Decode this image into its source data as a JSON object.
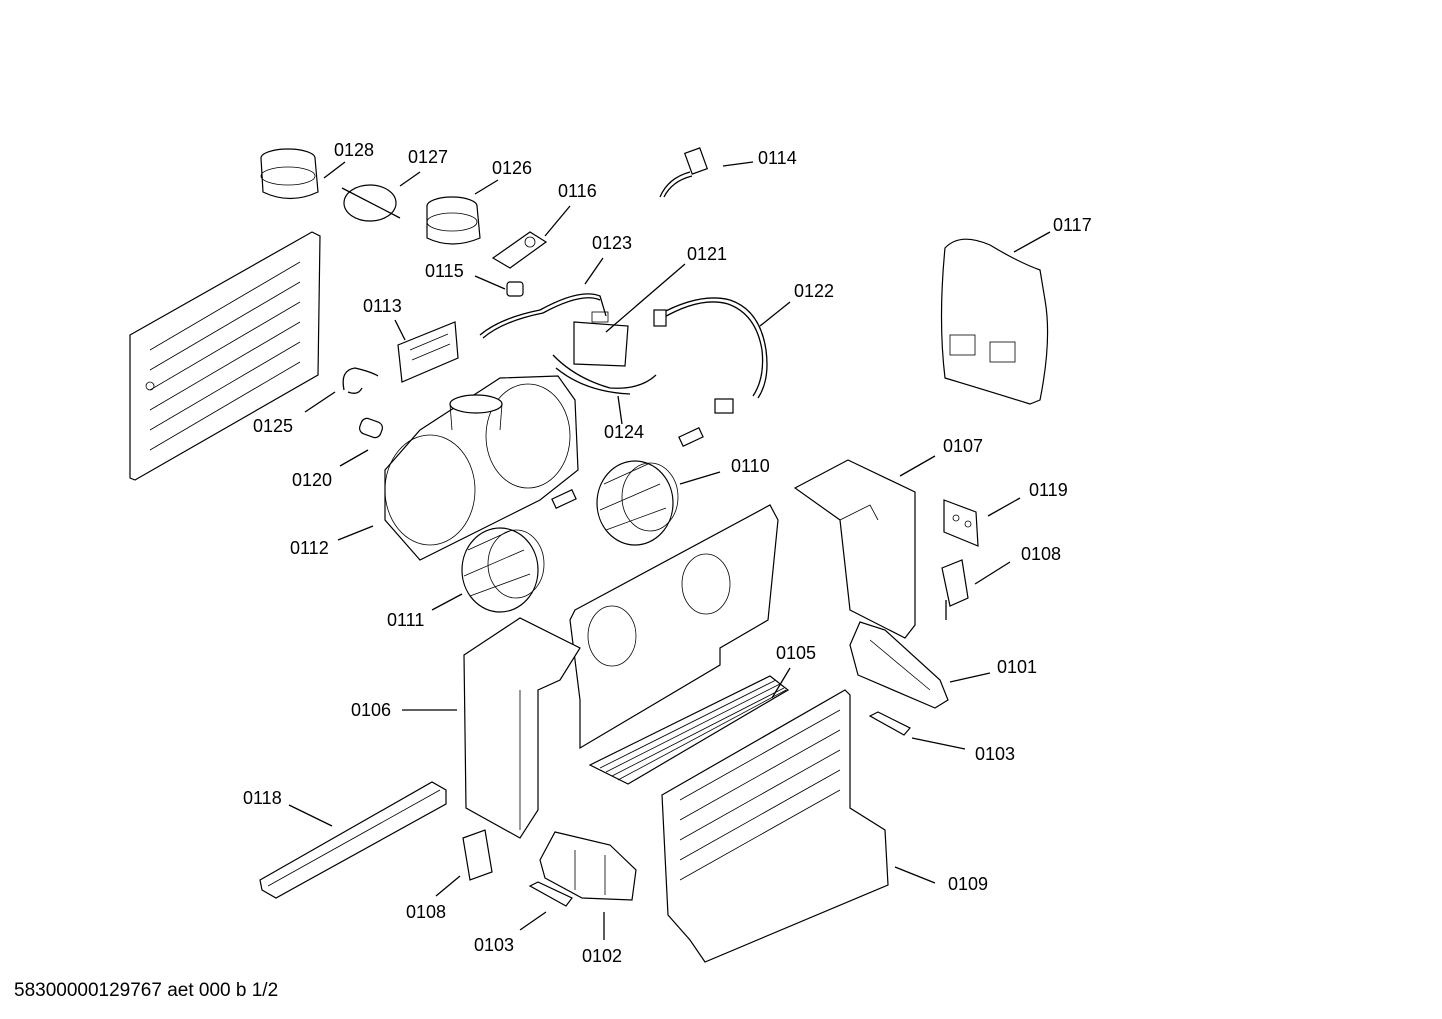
{
  "parts": [
    {
      "id": "p0128",
      "label": "0128"
    },
    {
      "id": "p0127",
      "label": "0127"
    },
    {
      "id": "p0126",
      "label": "0126"
    },
    {
      "id": "p0114",
      "label": "0114"
    },
    {
      "id": "p0116",
      "label": "0116"
    },
    {
      "id": "p0117",
      "label": "0117"
    },
    {
      "id": "p0123",
      "label": "0123"
    },
    {
      "id": "p0121",
      "label": "0121"
    },
    {
      "id": "p0115",
      "label": "0115"
    },
    {
      "id": "p0122",
      "label": "0122"
    },
    {
      "id": "p0113",
      "label": "0113"
    },
    {
      "id": "p0125",
      "label": "0125"
    },
    {
      "id": "p0124",
      "label": "0124"
    },
    {
      "id": "p0107",
      "label": "0107"
    },
    {
      "id": "p0120",
      "label": "0120"
    },
    {
      "id": "p0110",
      "label": "0110"
    },
    {
      "id": "p0119",
      "label": "0119"
    },
    {
      "id": "p0112",
      "label": "0112"
    },
    {
      "id": "p0108a",
      "label": "0108"
    },
    {
      "id": "p0111",
      "label": "0111"
    },
    {
      "id": "p0101",
      "label": "0101"
    },
    {
      "id": "p0105",
      "label": "0105"
    },
    {
      "id": "p0106",
      "label": "0106"
    },
    {
      "id": "p0103a",
      "label": "0103"
    },
    {
      "id": "p0118",
      "label": "0118"
    },
    {
      "id": "p0109",
      "label": "0109"
    },
    {
      "id": "p0108b",
      "label": "0108"
    },
    {
      "id": "p0103b",
      "label": "0103"
    },
    {
      "id": "p0102",
      "label": "0102"
    }
  ],
  "footer": "58300000129767 aet 000 b 1/2"
}
